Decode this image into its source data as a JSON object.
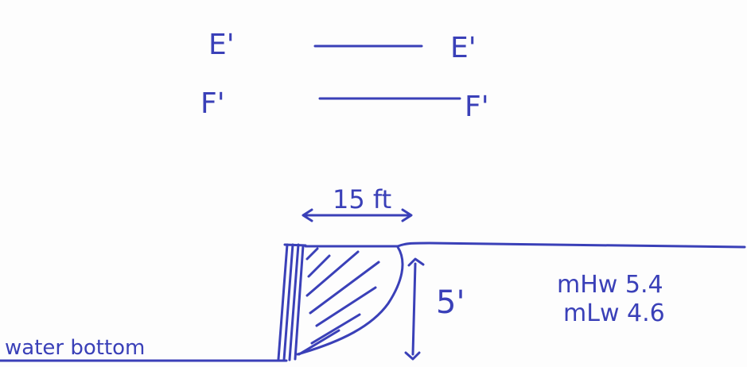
{
  "colors": {
    "ink": "#3a40b8",
    "paper": "#fdfdfd"
  },
  "section_labels": {
    "e_left": "E'",
    "e_right": "E'",
    "f_left": "F'",
    "f_right": "F'"
  },
  "dimensions": {
    "width_label": "15 ft",
    "height_label": "5'"
  },
  "tide": {
    "mhw": "mHw 5.4",
    "mlw": "mLw 4.6"
  },
  "labels": {
    "water_bottom": "water bottom"
  }
}
